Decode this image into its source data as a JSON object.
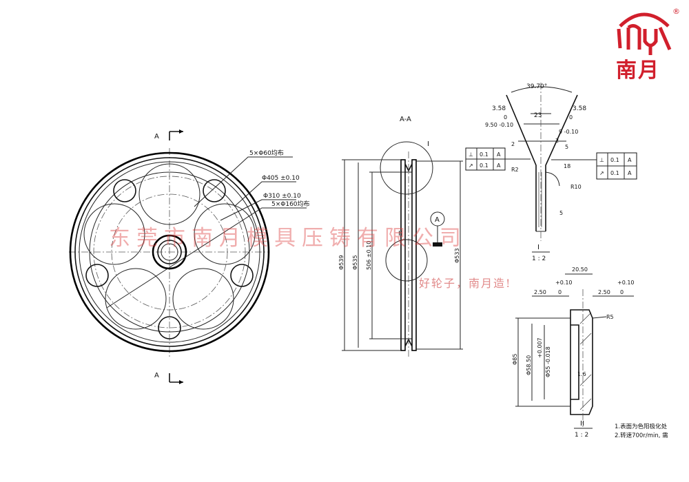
{
  "brand": {
    "name": "南月",
    "registered": "®",
    "color": "#d11f2c",
    "logo_icon": "nanyue-logo-icon"
  },
  "watermark": {
    "company": "东莞市南月模具压铸有限公司",
    "slogan": "好轮子，南月造!",
    "color": "#e04848"
  },
  "front_view": {
    "section_label_top": "A",
    "section_label_bottom": "A",
    "callouts": [
      "5×Φ60均布",
      "Φ405 ±0.10",
      "Φ310 ±0.10",
      "5×Φ160均布"
    ]
  },
  "section_view": {
    "title": "A-A",
    "detail_label": "I",
    "datum_label": "A",
    "detail2_label": "II",
    "dims": [
      "Φ539",
      "Φ535",
      "506 ±0.10",
      "Φ533"
    ]
  },
  "detail_I": {
    "angle": "39.70°",
    "dims": [
      "3.58",
      "3.58",
      "23",
      "0",
      "9.50 -0.10",
      "0",
      "9 -0.10",
      "2",
      "2",
      "5",
      "18",
      "R2",
      "R10",
      "5"
    ],
    "tolerance_frames": [
      {
        "symbol": "⊥",
        "value": "0.1",
        "datum": "A"
      },
      {
        "symbol": "↗",
        "value": "0.1",
        "datum": "A"
      }
    ],
    "label": "I",
    "scale": "1 : 2"
  },
  "detail_II": {
    "dims": [
      "20.50",
      "+0.10",
      "2.50",
      "0",
      "+0.10",
      "2.50",
      "0",
      "R5",
      "Φ85",
      "Φ58.50",
      "+0.007",
      "Φ55 -0.018",
      "1.6"
    ],
    "label": "II",
    "scale": "1 : 2"
  },
  "notes": [
    "1.表面为色阳极化处",
    "2.转速700r/min, 需"
  ]
}
